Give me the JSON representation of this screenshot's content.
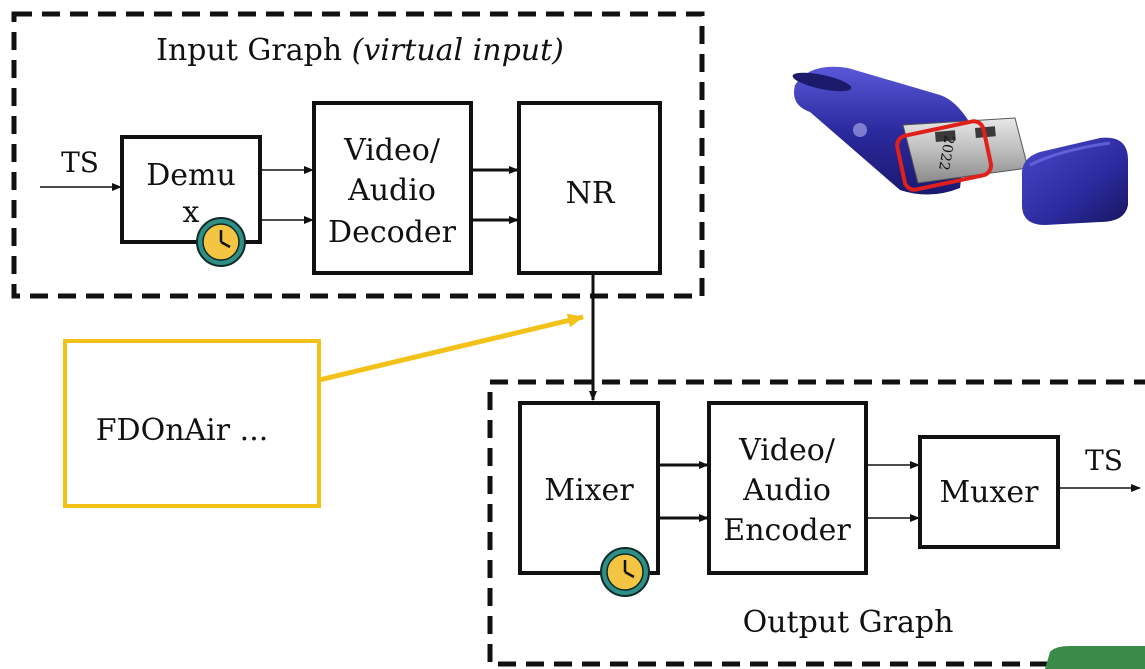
{
  "input_graph": {
    "title": "Input Graph ",
    "title_italic": "(virtual input)",
    "input_label": "TS",
    "demux": {
      "line1": "Demu",
      "line2": "x"
    },
    "decoder": {
      "line1": "Video/",
      "line2": "Audio",
      "line3": "Decoder"
    },
    "nr": {
      "label": "NR"
    }
  },
  "side_box": {
    "label": "FDOnAir ..."
  },
  "usb_dongle": {
    "label": "2022",
    "highlight_color": "#e0201b"
  },
  "output_graph": {
    "title": "Output Graph",
    "mixer": {
      "label": "Mixer"
    },
    "encoder": {
      "line1": "Video/",
      "line2": "Audio",
      "line3": "Encoder"
    },
    "muxer": {
      "label": "Muxer"
    },
    "output_label": "TS"
  },
  "colors": {
    "callout_yellow": "#f2c21b",
    "clock_teal": "#2f8f86",
    "clock_face": "#f4c542",
    "dongle_blue": "#2b2a9e"
  },
  "icons": [
    "clock-icon",
    "usb-dongle-image"
  ]
}
